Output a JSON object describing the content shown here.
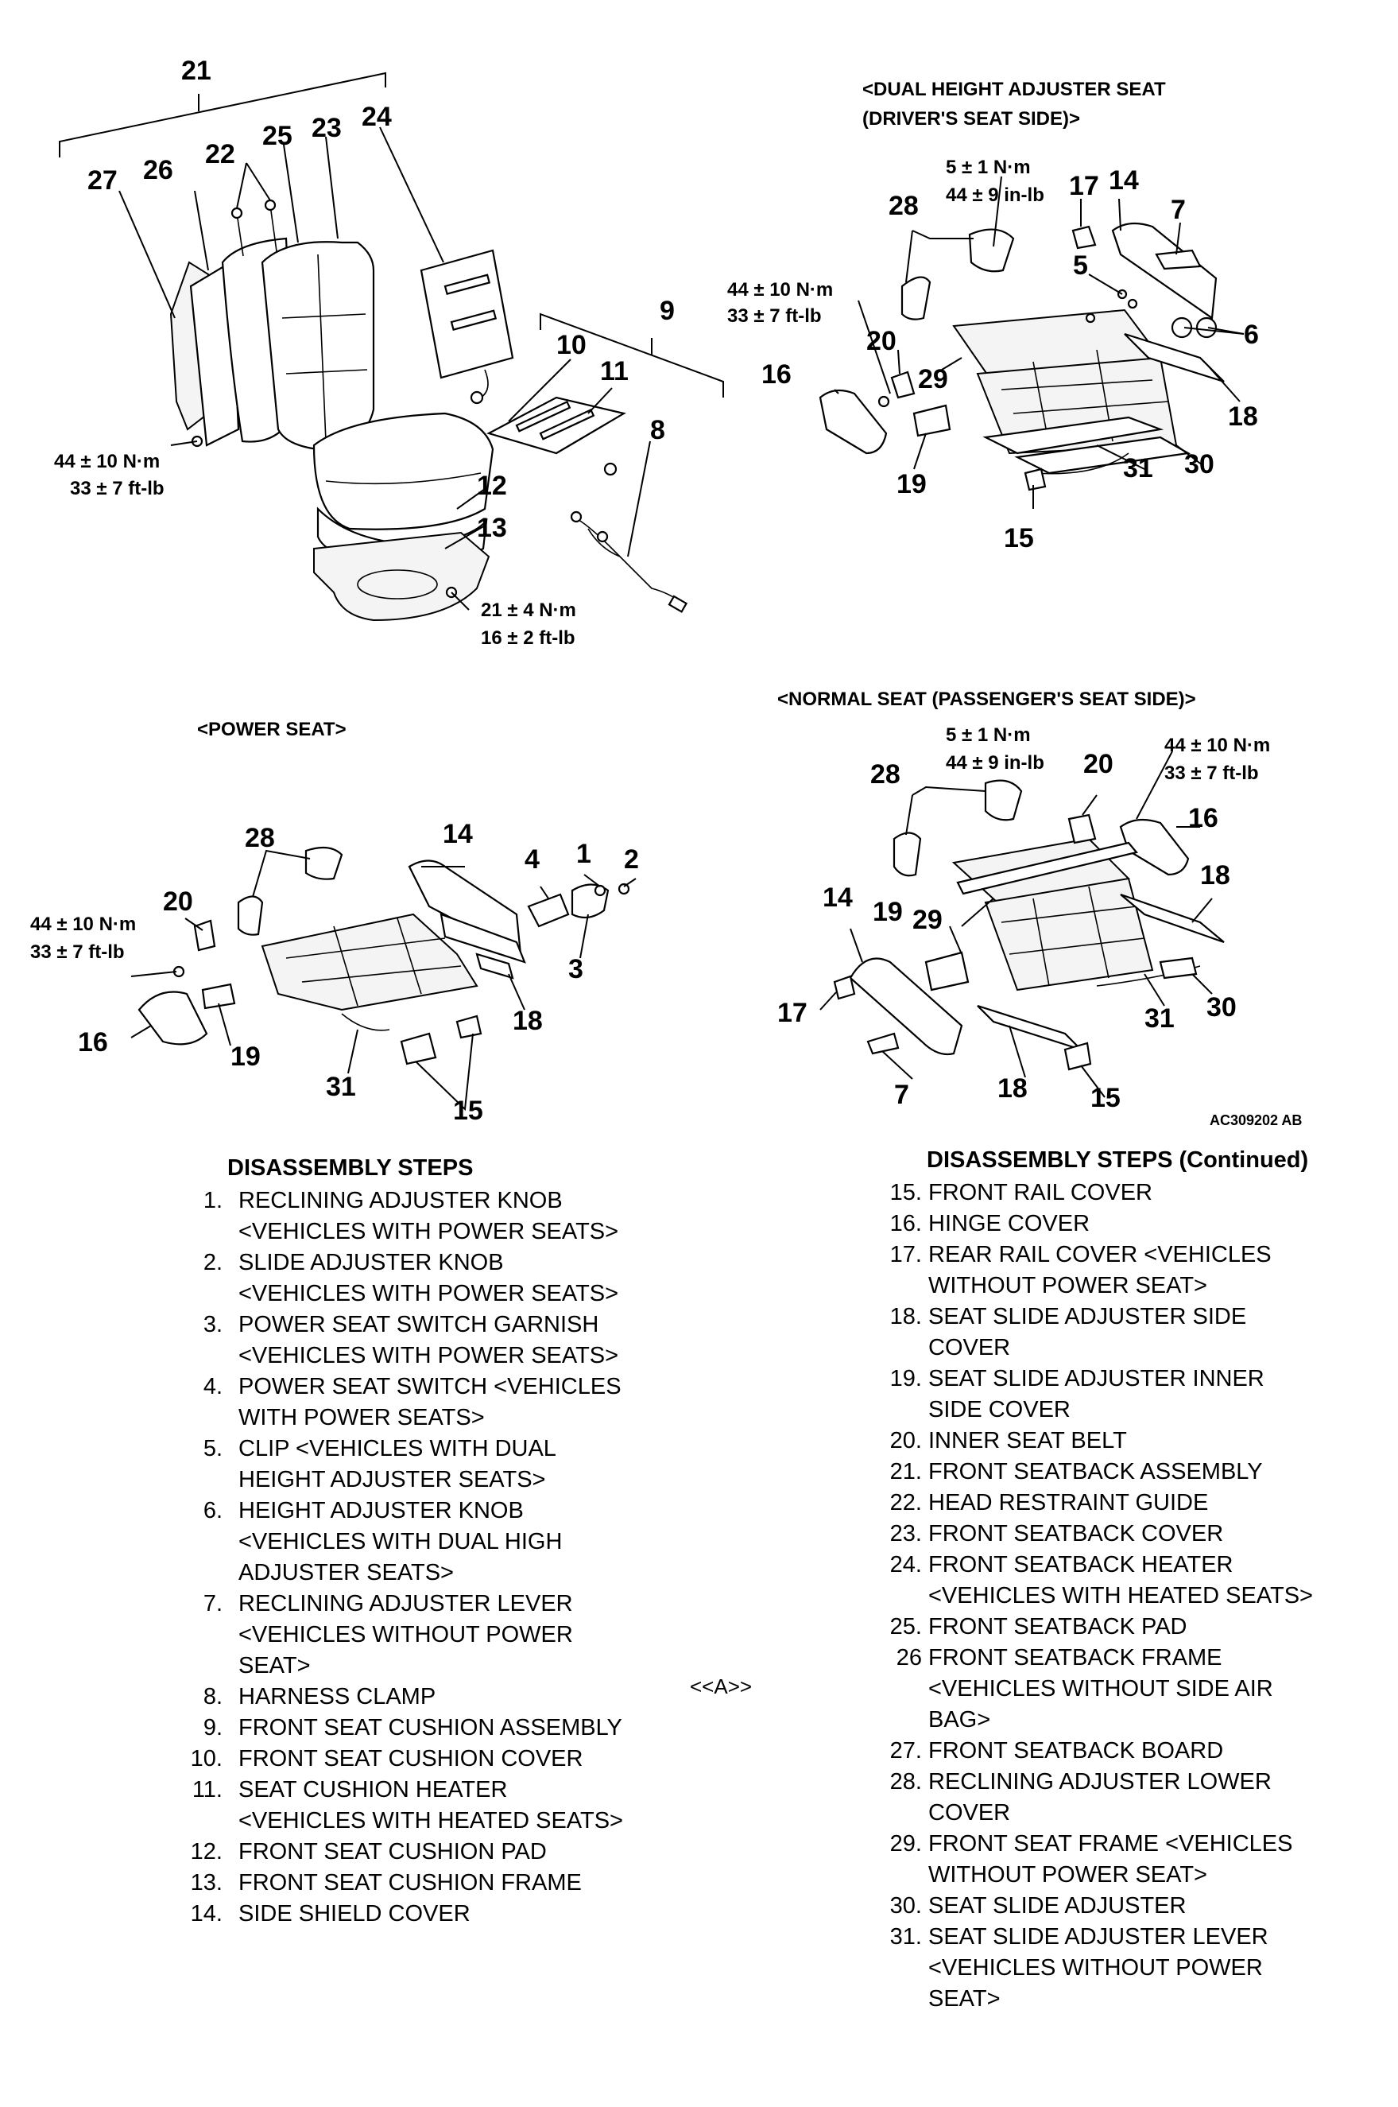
{
  "sections": {
    "dual_height": [
      "<DUAL HEIGHT ADJUSTER SEAT",
      "(DRIVER'S SEAT SIDE)>"
    ],
    "power": "<POWER SEAT>",
    "normal": "<NORMAL SEAT (PASSENGER'S SEAT SIDE)>"
  },
  "figure_id": "AC309202 AB",
  "torques": {
    "t44_10_nm": "44 ± 10 N·m",
    "t33_7_ftlb": "33 ± 7 ft-lb",
    "t21_4_nm": "21 ± 4 N·m",
    "t16_2_ftlb": "16 ± 2 ft-lb",
    "t5_1_nm": "5 ± 1 N·m",
    "t44_9_inlb": "44 ± 9 in-lb"
  },
  "callouts": {
    "c1": "1",
    "c2": "2",
    "c3": "3",
    "c4": "4",
    "c5": "5",
    "c6": "6",
    "c7": "7",
    "c8": "8",
    "c9": "9",
    "c10": "10",
    "c11": "11",
    "c12": "12",
    "c13": "13",
    "c14": "14",
    "c15": "15",
    "c16": "16",
    "c17": "17",
    "c18": "18",
    "c19": "19",
    "c20": "20",
    "c21": "21",
    "c22": "22",
    "c23": "23",
    "c24": "24",
    "c25": "25",
    "c26": "26",
    "c27": "27",
    "c28": "28",
    "c29": "29",
    "c30": "30",
    "c31": "31"
  },
  "steps_left": {
    "title": "DISASSEMBLY STEPS",
    "items": [
      {
        "num": "1.",
        "lines": [
          "RECLINING ADJUSTER KNOB",
          "<VEHICLES WITH POWER SEATS>"
        ]
      },
      {
        "num": "2.",
        "lines": [
          "SLIDE ADJUSTER KNOB",
          "<VEHICLES WITH POWER SEATS>"
        ]
      },
      {
        "num": "3.",
        "lines": [
          "POWER SEAT SWITCH GARNISH",
          "<VEHICLES WITH POWER SEATS>"
        ]
      },
      {
        "num": "4.",
        "lines": [
          "POWER SEAT SWITCH <VEHICLES",
          "WITH POWER SEATS>"
        ]
      },
      {
        "num": "5.",
        "lines": [
          "CLIP <VEHICLES WITH DUAL",
          "HEIGHT ADJUSTER SEATS>"
        ]
      },
      {
        "num": "6.",
        "lines": [
          "HEIGHT ADJUSTER KNOB",
          "<VEHICLES WITH DUAL HIGH",
          "ADJUSTER SEATS>"
        ]
      },
      {
        "num": "7.",
        "lines": [
          "RECLINING ADJUSTER LEVER",
          "<VEHICLES WITHOUT POWER",
          "SEAT>"
        ]
      },
      {
        "num": "8.",
        "lines": [
          "HARNESS CLAMP"
        ]
      },
      {
        "num": "9.",
        "lines": [
          "FRONT SEAT CUSHION ASSEMBLY"
        ]
      },
      {
        "num": "10.",
        "lines": [
          "FRONT SEAT CUSHION COVER"
        ]
      },
      {
        "num": "11.",
        "lines": [
          "SEAT CUSHION HEATER",
          "<VEHICLES WITH HEATED SEATS>"
        ]
      },
      {
        "num": "12.",
        "lines": [
          "FRONT SEAT CUSHION PAD"
        ]
      },
      {
        "num": "13.",
        "lines": [
          "FRONT SEAT CUSHION FRAME"
        ]
      },
      {
        "num": "14.",
        "lines": [
          "SIDE SHIELD COVER"
        ]
      }
    ]
  },
  "annotation_a": "<<A>>",
  "steps_right": {
    "title": "DISASSEMBLY STEPS (Continued)",
    "items": [
      {
        "num": "15.",
        "lines": [
          "FRONT RAIL COVER"
        ]
      },
      {
        "num": "16.",
        "lines": [
          "HINGE COVER"
        ]
      },
      {
        "num": "17.",
        "lines": [
          "REAR RAIL COVER <VEHICLES",
          "WITHOUT POWER SEAT>"
        ]
      },
      {
        "num": "18.",
        "lines": [
          "SEAT SLIDE ADJUSTER SIDE",
          "COVER"
        ]
      },
      {
        "num": "19.",
        "lines": [
          "SEAT SLIDE ADJUSTER INNER",
          "SIDE COVER"
        ]
      },
      {
        "num": "20.",
        "lines": [
          "INNER SEAT BELT"
        ]
      },
      {
        "num": "21.",
        "lines": [
          "FRONT SEATBACK ASSEMBLY"
        ]
      },
      {
        "num": "22.",
        "lines": [
          "HEAD RESTRAINT GUIDE"
        ]
      },
      {
        "num": "23.",
        "lines": [
          "FRONT SEATBACK COVER"
        ]
      },
      {
        "num": "24.",
        "lines": [
          "FRONT SEATBACK HEATER",
          "<VEHICLES WITH HEATED SEATS>"
        ]
      },
      {
        "num": "25.",
        "lines": [
          "FRONT SEATBACK PAD"
        ]
      },
      {
        "num": "26",
        "lines": [
          "FRONT SEATBACK FRAME",
          "<VEHICLES WITHOUT SIDE AIR",
          "BAG>"
        ]
      },
      {
        "num": "27.",
        "lines": [
          "FRONT SEATBACK BOARD"
        ]
      },
      {
        "num": "28.",
        "lines": [
          "RECLINING ADJUSTER LOWER",
          "COVER"
        ]
      },
      {
        "num": "29.",
        "lines": [
          "FRONT SEAT FRAME <VEHICLES",
          "WITHOUT POWER SEAT>"
        ]
      },
      {
        "num": "30.",
        "lines": [
          "SEAT SLIDE ADJUSTER"
        ]
      },
      {
        "num": "31.",
        "lines": [
          "SEAT SLIDE ADJUSTER LEVER",
          "<VEHICLES WITHOUT POWER",
          "SEAT>"
        ]
      }
    ]
  }
}
